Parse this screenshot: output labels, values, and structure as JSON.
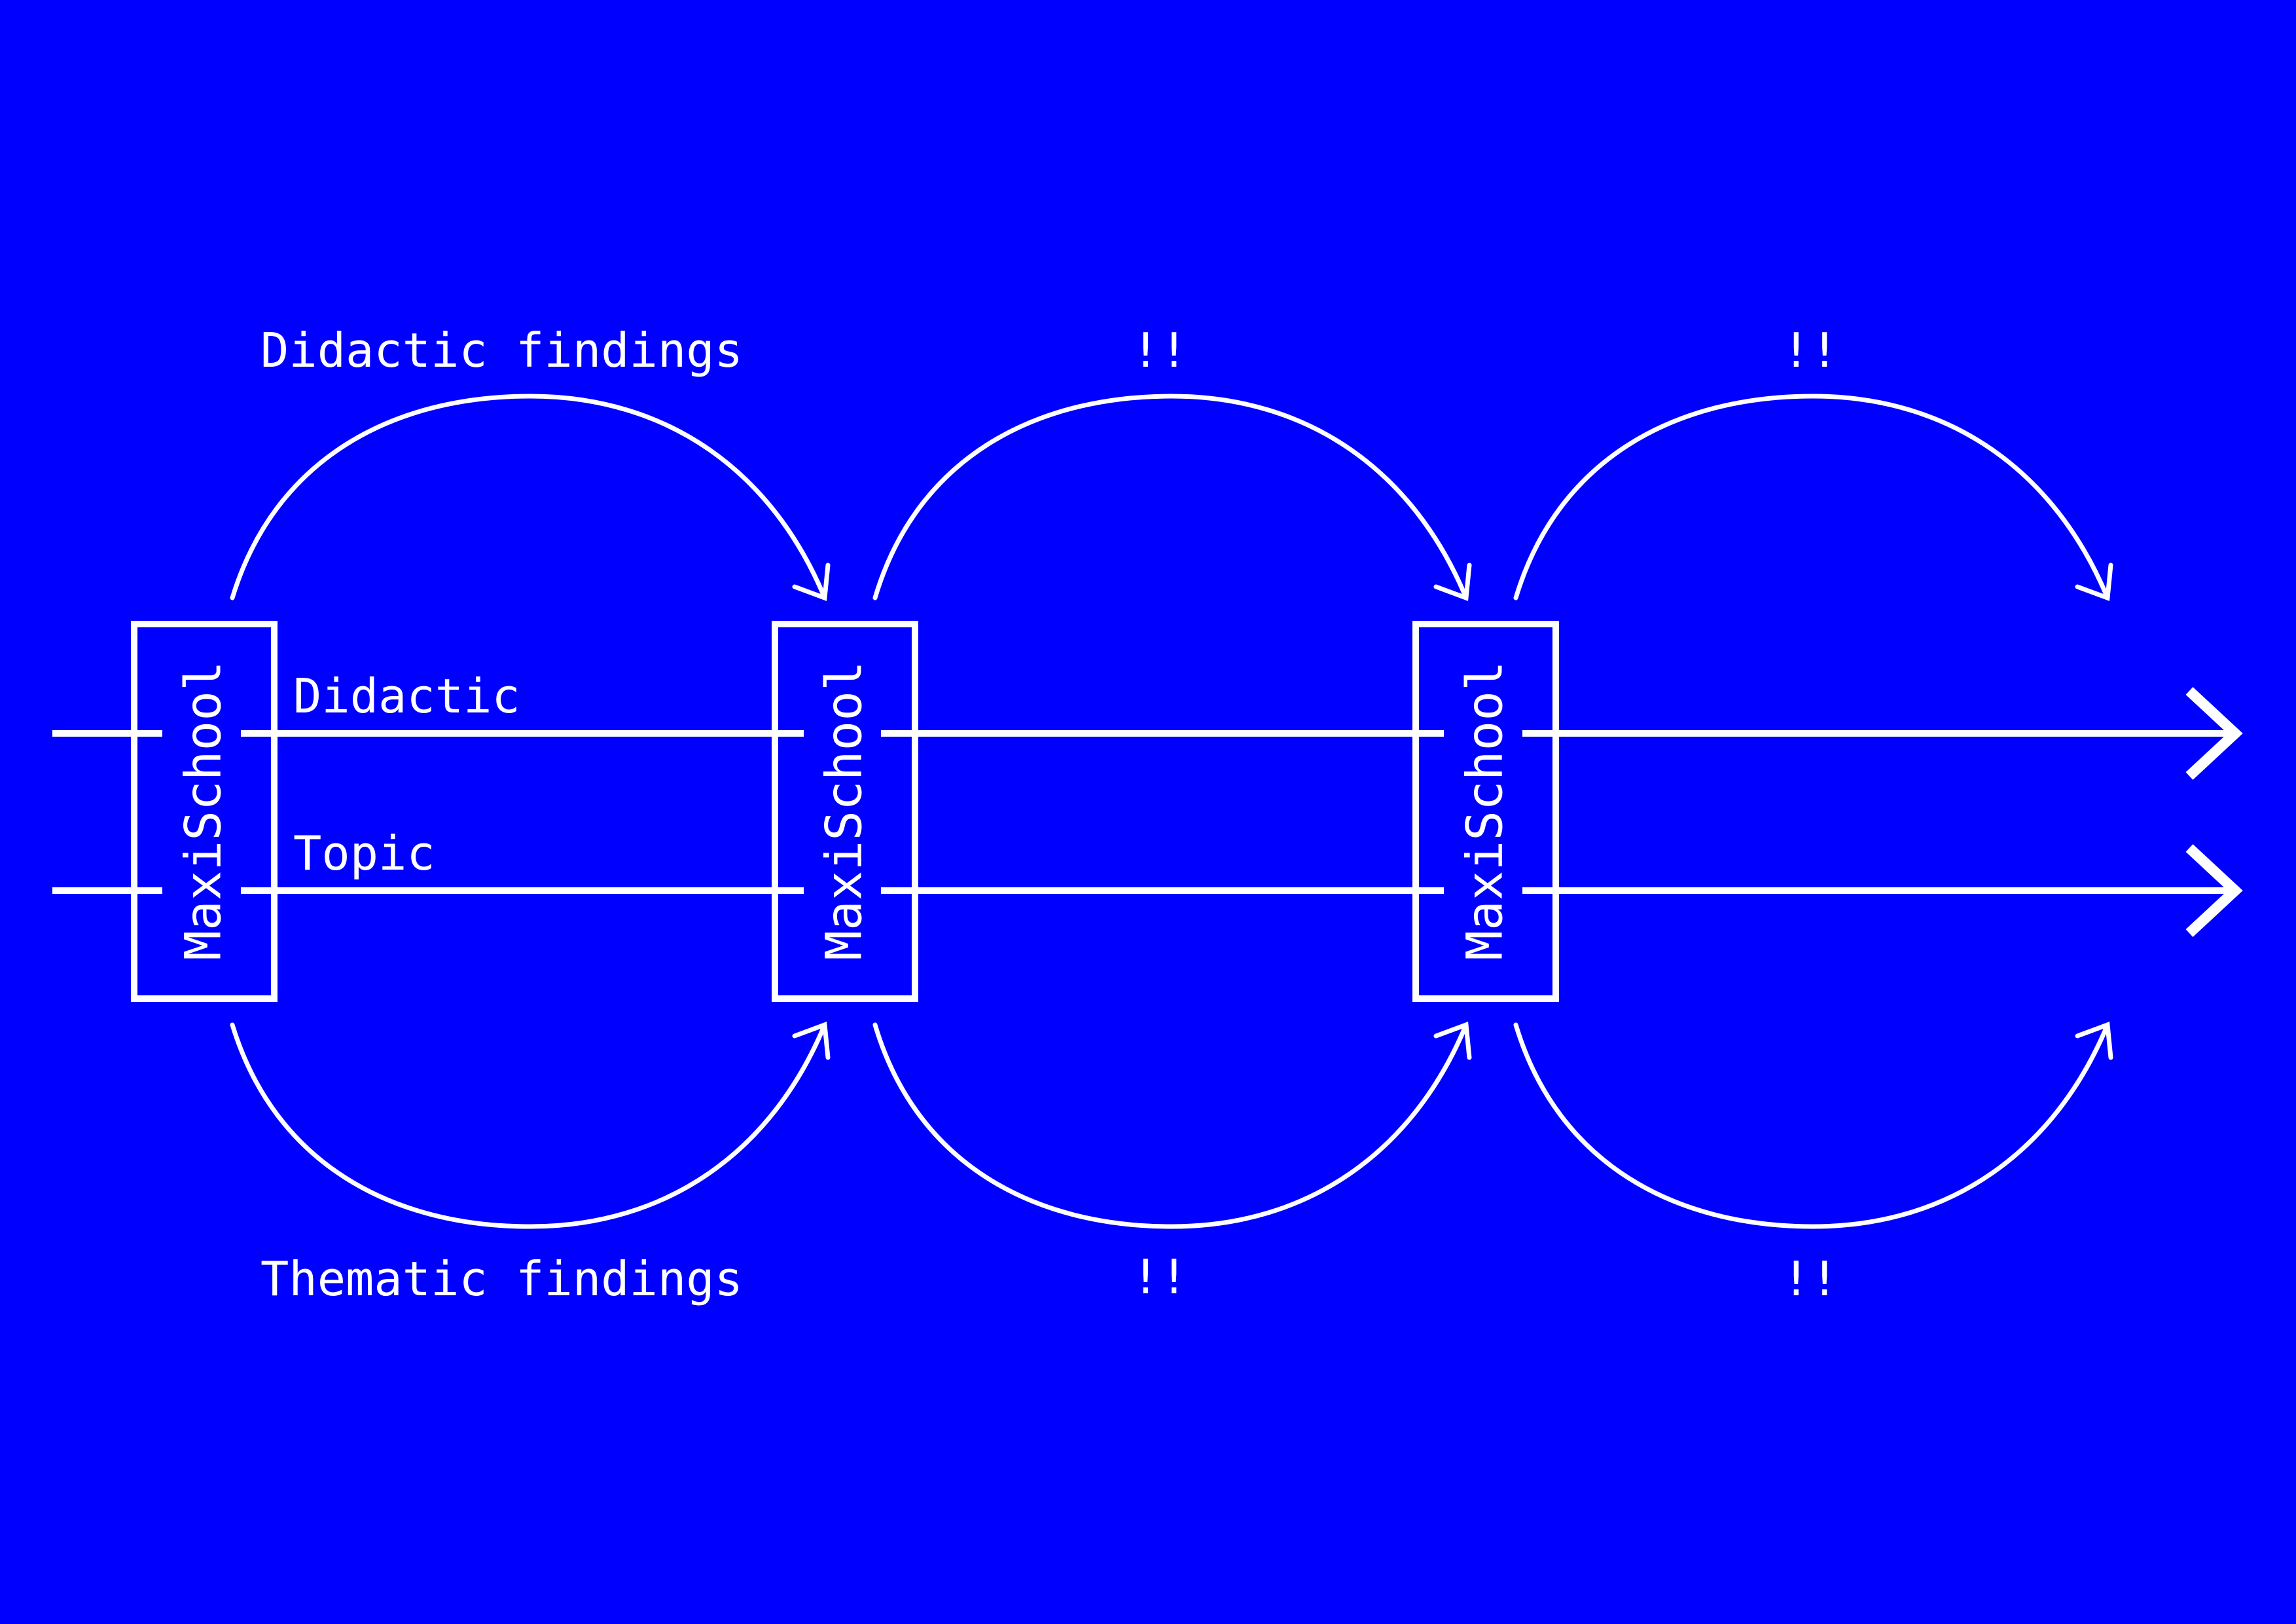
{
  "colors": {
    "background": "#0000ff",
    "foreground": "#ffffff"
  },
  "boxes": [
    {
      "label": "MaxiSchool"
    },
    {
      "label": "MaxiSchool"
    },
    {
      "label": "MaxiSchool"
    }
  ],
  "lines": {
    "upper": "Didactic",
    "lower": "Topic"
  },
  "arcs": {
    "top": [
      "Didactic findings",
      "!!",
      "!!"
    ],
    "bottom": [
      "Thematic findings",
      "!!",
      "!!"
    ]
  }
}
